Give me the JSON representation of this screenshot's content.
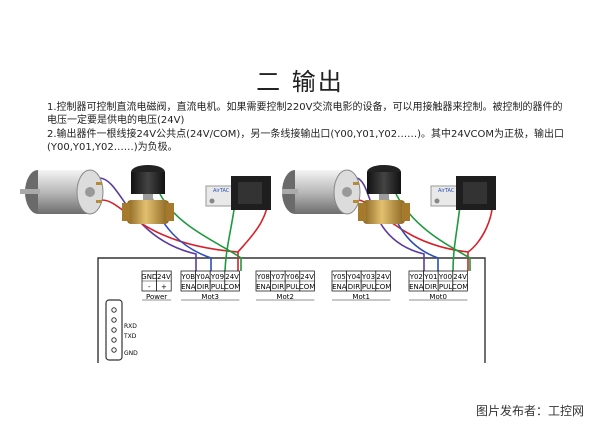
{
  "title": "二 输出",
  "paragraphs": [
    "1.控制器可控制直流电磁阀，直流电机。如果需要控制220V交流电影的设备，可以用接触器来控制。被控制的器件的电压一定要是供电的电压(24V)",
    "2.输出器件一根线接24V公共点(24V/COM)，另一条线接输出口(Y00,Y01,Y02……)。其中24VCOM为正极，输出口(Y00,Y01,Y02……)为负极。"
  ],
  "watermark": "图片发布者：工控网",
  "terminal_groups": [
    {
      "name": "Power",
      "terminals": [
        {
          "top": "GND",
          "bottom": "-"
        },
        {
          "top": "24V",
          "bottom": "+"
        }
      ]
    },
    {
      "name": "Mot3",
      "terminals": [
        {
          "top": "Y0B",
          "bottom": "ENA"
        },
        {
          "top": "Y0A",
          "bottom": "DIR"
        },
        {
          "top": "Y09",
          "bottom": "PUL"
        },
        {
          "top": "24V",
          "bottom": "COM"
        }
      ]
    },
    {
      "name": "Mot2",
      "terminals": [
        {
          "top": "Y08",
          "bottom": "ENA"
        },
        {
          "top": "Y07",
          "bottom": "DIR"
        },
        {
          "top": "Y06",
          "bottom": "PUL"
        },
        {
          "top": "24V",
          "bottom": "COM"
        }
      ]
    },
    {
      "name": "Mot1",
      "terminals": [
        {
          "top": "Y05",
          "bottom": "ENA"
        },
        {
          "top": "Y04",
          "bottom": "DIR"
        },
        {
          "top": "Y03",
          "bottom": "PUL"
        },
        {
          "top": "24V",
          "bottom": "COM"
        }
      ]
    },
    {
      "name": "Mot0",
      "terminals": [
        {
          "top": "Y02",
          "bottom": "ENA"
        },
        {
          "top": "Y01",
          "bottom": "DIR"
        },
        {
          "top": "Y00",
          "bottom": "PUL"
        },
        {
          "top": "24V",
          "bottom": "COM"
        }
      ]
    }
  ],
  "serial_labels": [
    "RXD",
    "TXD",
    "GND"
  ],
  "devices": [
    "dc-motor",
    "solenoid-valve",
    "pneumatic-valve"
  ],
  "device_label": "AirTAC",
  "wire_colors": {
    "purple": "#5b3c9e",
    "red": "#d8202a",
    "blue": "#2b4fb5",
    "green": "#1f9a3f"
  }
}
